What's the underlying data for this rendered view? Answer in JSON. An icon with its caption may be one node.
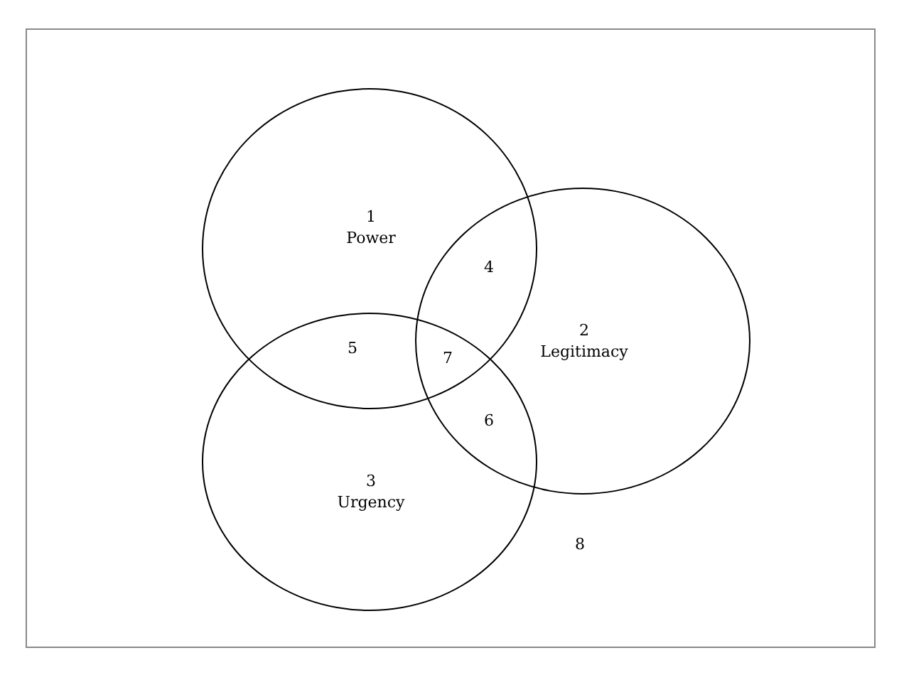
{
  "diagram": {
    "nodes": [
      {
        "text": [
          "1",
          "Power"
        ]
      },
      {
        "text": [
          "2",
          "Legitimacy"
        ]
      },
      {
        "text": [
          "3",
          "Urgency"
        ]
      }
    ],
    "labels": [
      "4",
      "5",
      "7",
      "6",
      "8"
    ]
  }
}
